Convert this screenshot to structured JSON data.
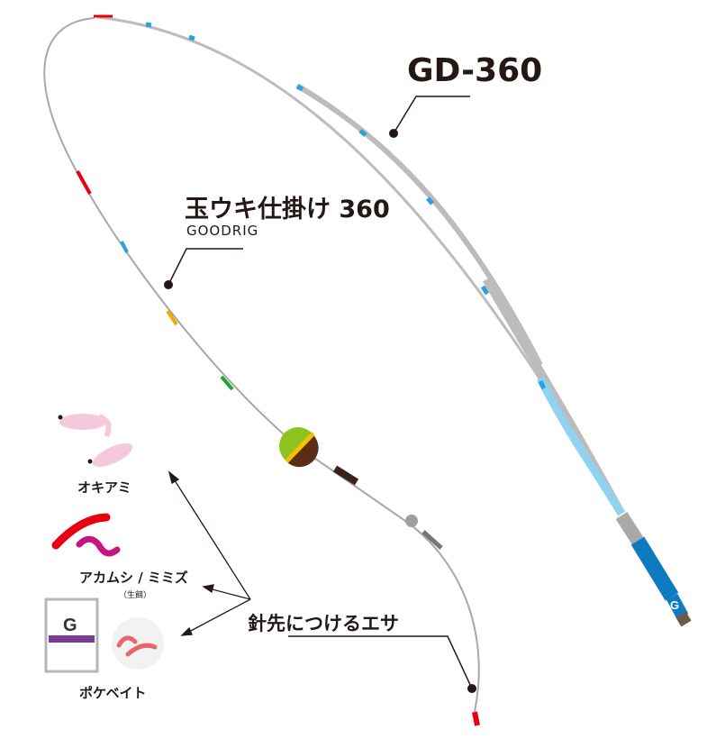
{
  "rod": {
    "name": "GD-360",
    "color_blank": "#bcbcbc",
    "color_accent": "#29a3dc",
    "color_grip": "#0e7ac0"
  },
  "rig": {
    "name": "玉ウキ仕掛け 360",
    "brand": "GOODRIG",
    "float_colors": [
      "#8dc21f",
      "#5a2d14",
      "#f3c300"
    ]
  },
  "bait": {
    "caption": "針先につけるエサ",
    "items": [
      {
        "label": "オキアミ"
      },
      {
        "label": "アカムシ / ミミズ",
        "sublabel": "（生餌）"
      },
      {
        "label": "ポケベイト"
      }
    ]
  }
}
